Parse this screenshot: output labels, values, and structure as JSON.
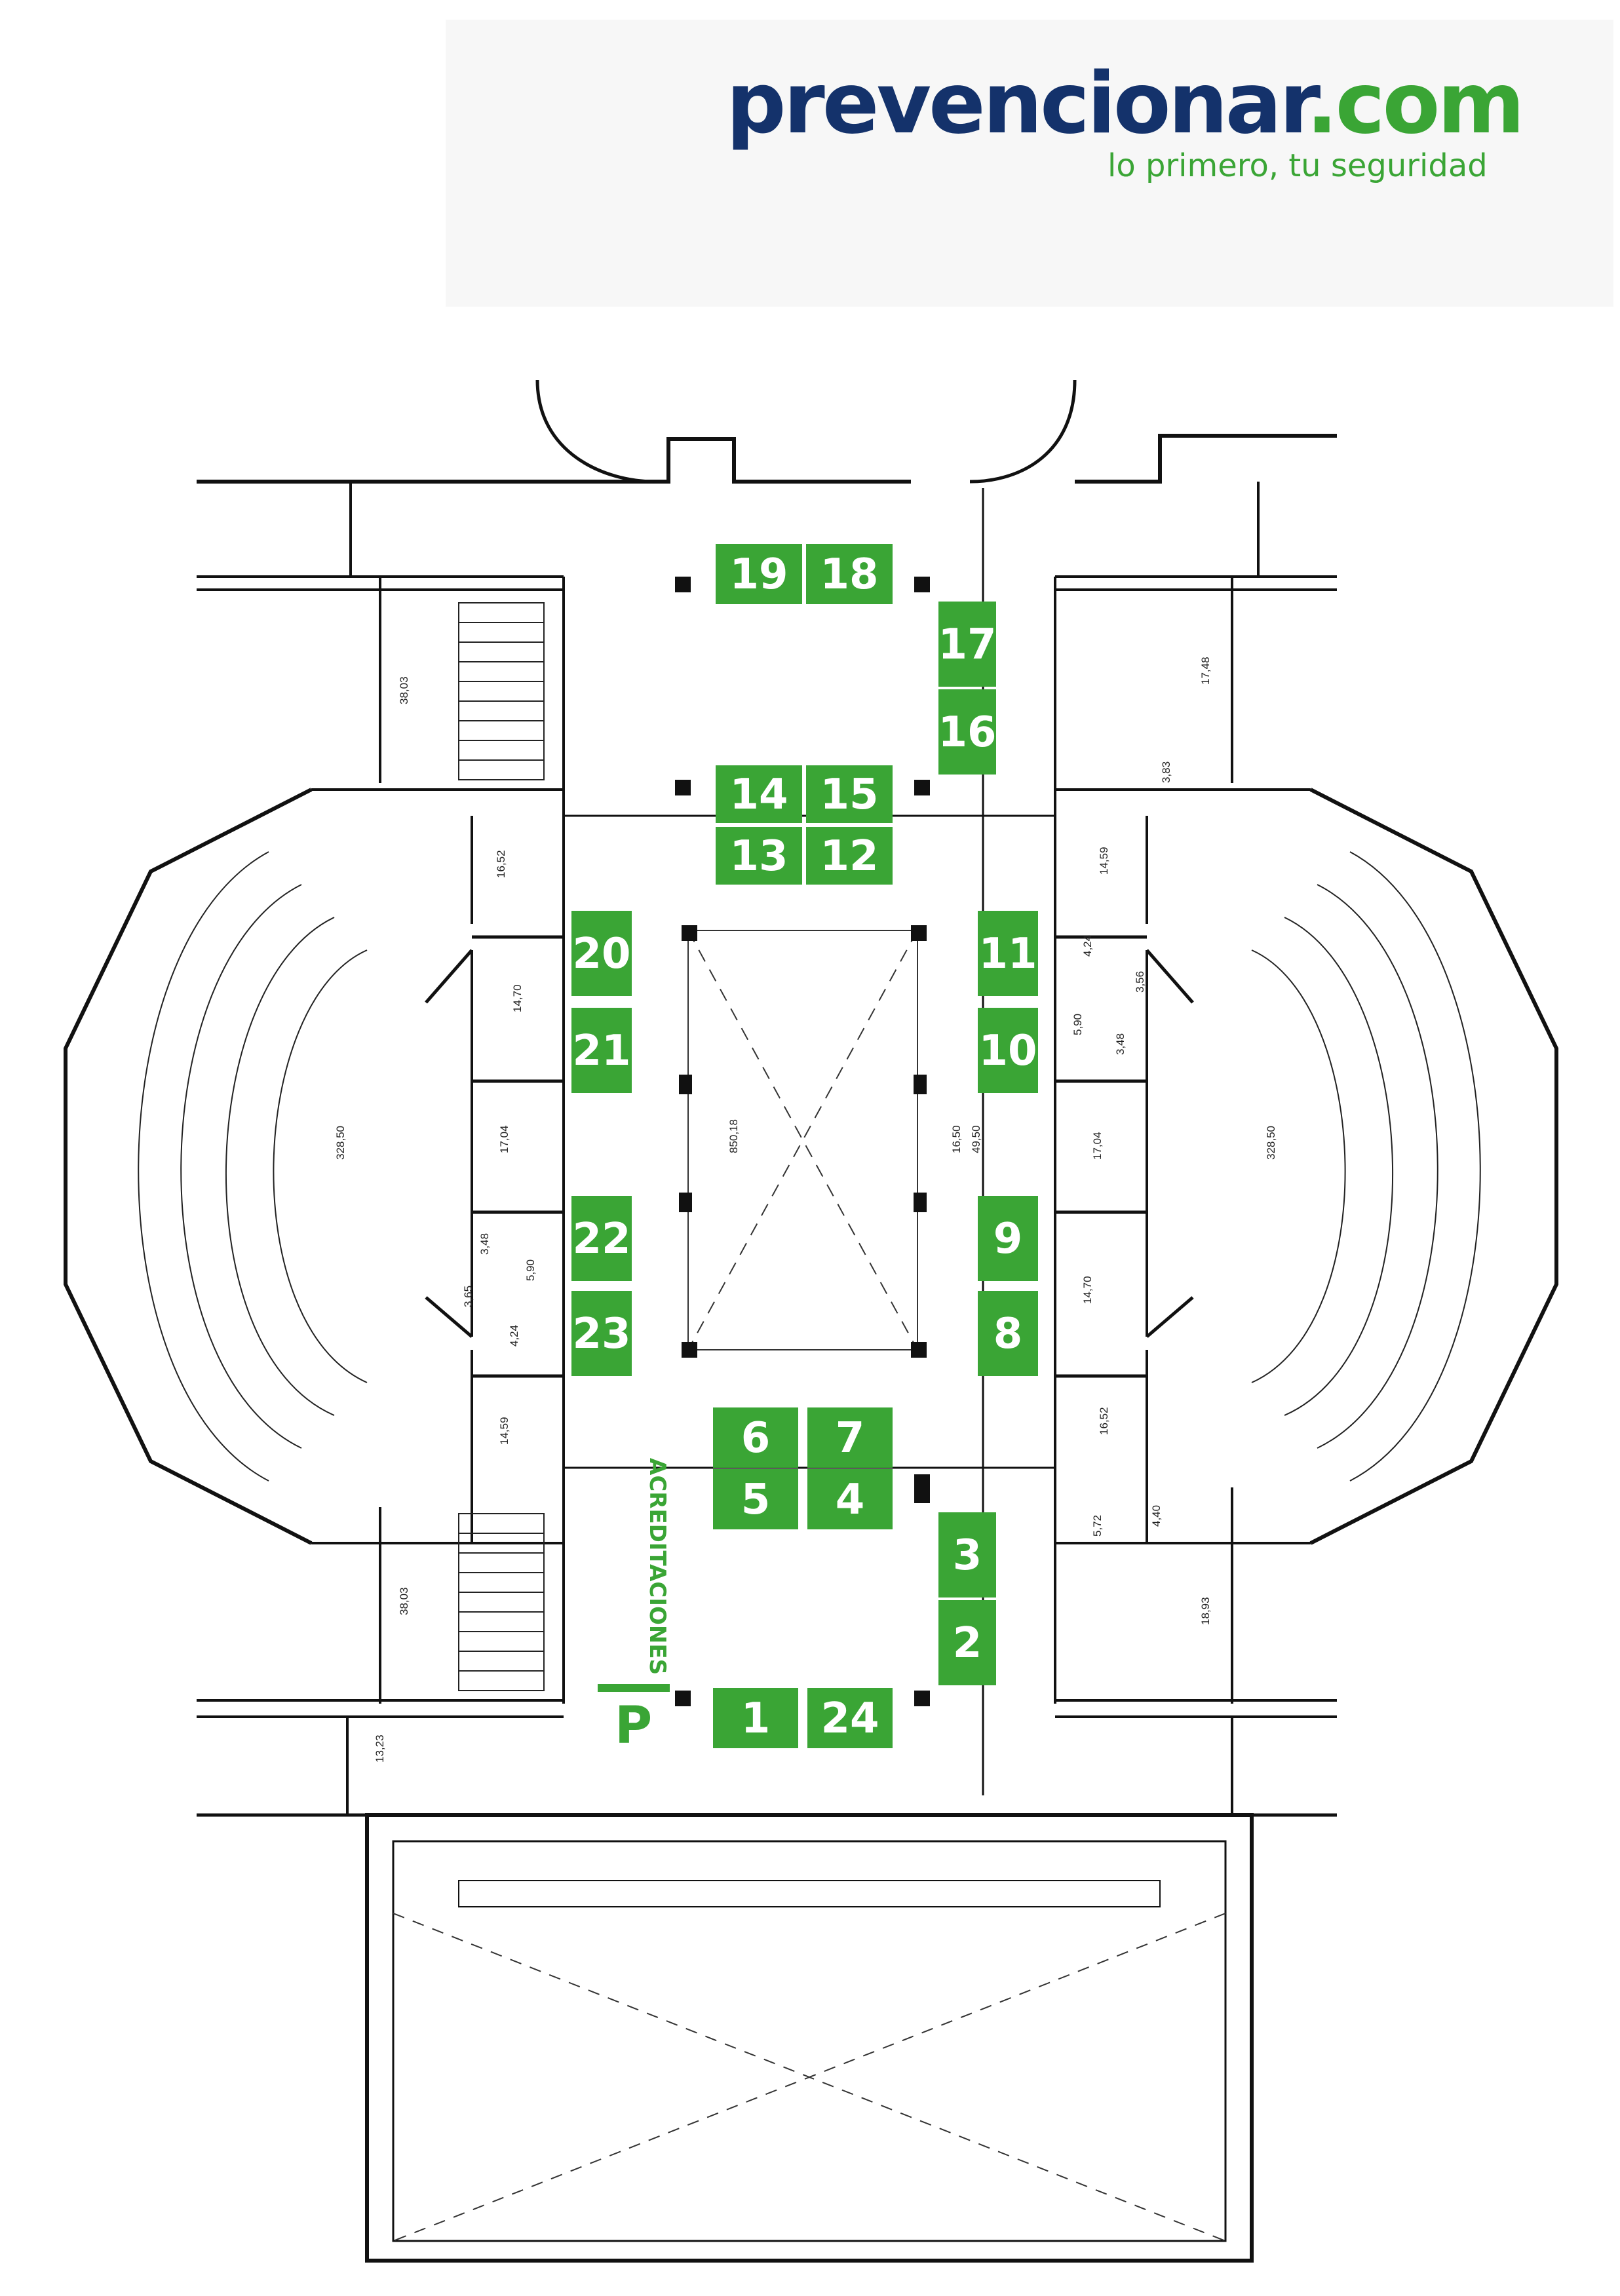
{
  "brand": {
    "name": "prevencionar",
    "tld": ".com",
    "tagline": "lo primero, tu seguridad",
    "colors": {
      "navy": "#14326b",
      "green": "#3aa535"
    }
  },
  "labels": {
    "accreditation": "ACREDITACIONES",
    "parking": "P"
  },
  "stands": [
    "19",
    "18",
    "17",
    "16",
    "14",
    "15",
    "13",
    "12",
    "20",
    "11",
    "21",
    "10",
    "22",
    "9",
    "23",
    "8",
    "6",
    "7",
    "5",
    "4",
    "3",
    "2",
    "1",
    "24"
  ],
  "dimensions": {
    "hall": "850,18",
    "auditorium_left": "328,50",
    "auditorium_right": "328,50",
    "stair_top": "38,03",
    "stair_bottom": "38,03",
    "room_1652_l": "16,52",
    "room_1470_l": "14,70",
    "room_1704_l": "17,04",
    "room_348_l": "3,48",
    "room_590_l": "5,90",
    "room_365_l": "3,65",
    "room_424_l": "4,24",
    "room_1459_l": "14,59",
    "room_1323": "13,23",
    "wc_top": "17,48",
    "room_383": "3,83",
    "room_1459_r": "14,59",
    "room_424_r": "4,24",
    "room_590_r": "5,90",
    "room_356_r": "3,56",
    "room_348_r": "3,48",
    "room_1704_r": "17,04",
    "room_1470_r": "14,70",
    "room_1652_r": "16,52",
    "room_572": "5,72",
    "room_440": "4,40",
    "wc_bottom": "18,93",
    "axis_1650": "16,50",
    "axis_4950": "49,50"
  }
}
